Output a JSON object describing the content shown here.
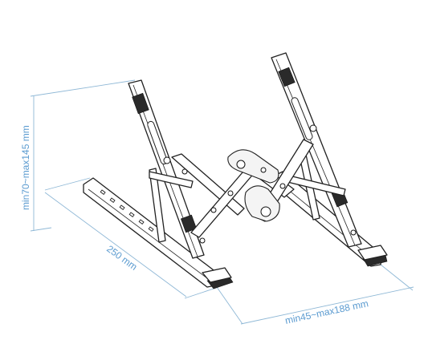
{
  "dimensions": {
    "height": "min70~max145 mm",
    "length": "250 mm",
    "width": "min45~max188 mm"
  },
  "colors": {
    "dimension": "#5b9bd0",
    "dimension_line": "#8fb8d6",
    "outline": "#222222"
  }
}
